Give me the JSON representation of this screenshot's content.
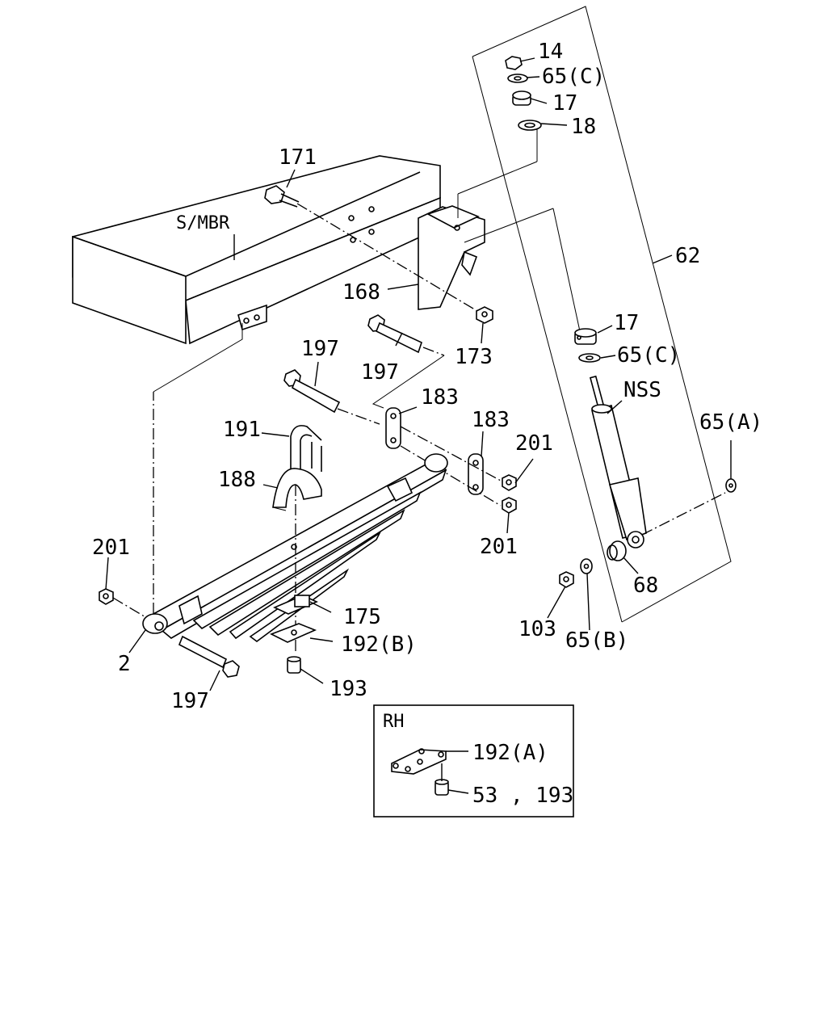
{
  "callouts": {
    "c14": "14",
    "c65c_top": "65(C)",
    "c17_top": "17",
    "c18": "18",
    "c171": "171",
    "c_smbr": "S/MBR",
    "c62": "62",
    "c168": "168",
    "c17_mid": "17",
    "c173": "173",
    "c65c_mid": "65(C)",
    "c197_a": "197",
    "c197_b": "197",
    "c183_a": "183",
    "c183_b": "183",
    "c_nss": "NSS",
    "c65a": "65(A)",
    "c191": "191",
    "c201_a": "201",
    "c188": "188",
    "c201_b": "201",
    "c201_c": "201",
    "c68": "68",
    "c175": "175",
    "c103": "103",
    "c65b": "65(B)",
    "c192b": "192(B)",
    "c2": "2",
    "c197_c": "197",
    "c193": "193"
  },
  "inset": {
    "title": "RH",
    "c192a": "192(A)",
    "c53_193": "53 , 193"
  }
}
